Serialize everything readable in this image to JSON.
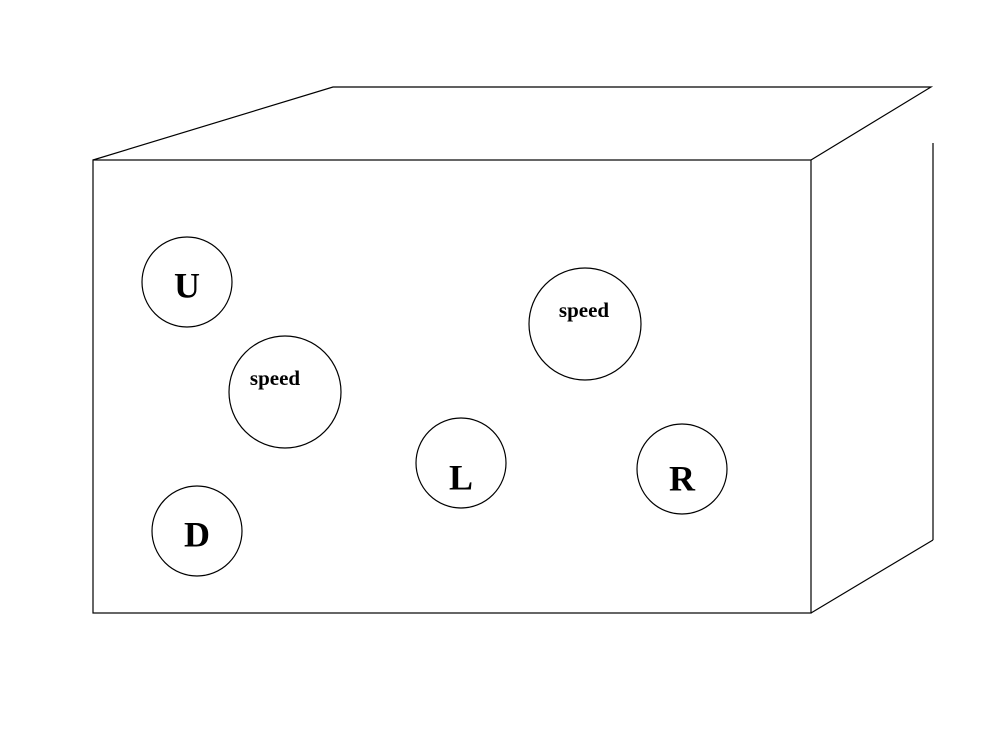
{
  "controls": {
    "up": {
      "label": "U"
    },
    "down": {
      "label": "D"
    },
    "left": {
      "label": "L"
    },
    "right": {
      "label": "R"
    },
    "speed_left": {
      "label": "speed"
    },
    "speed_right": {
      "label": "speed"
    }
  }
}
